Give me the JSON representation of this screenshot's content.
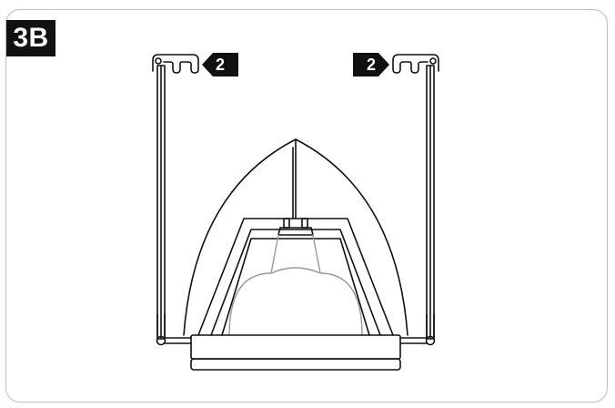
{
  "step": {
    "label": "3B"
  },
  "callouts": {
    "left": "2",
    "right": "2"
  },
  "colors": {
    "ink": "#111111",
    "frame": "#bdbdbd",
    "inner_arc": "#9a9a9a"
  }
}
